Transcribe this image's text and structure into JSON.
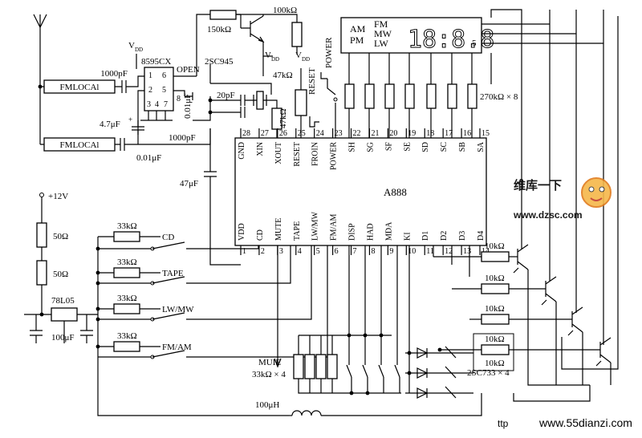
{
  "ic_main": {
    "name": "A888",
    "top_pins": [
      {
        "num": "28",
        "name": "GND"
      },
      {
        "num": "27",
        "name": "XIN"
      },
      {
        "num": "26",
        "name": "XOUT"
      },
      {
        "num": "25",
        "name": "RESET"
      },
      {
        "num": "24",
        "name": "FROIN"
      },
      {
        "num": "23",
        "name": "POWER"
      },
      {
        "num": "22",
        "name": "SH"
      },
      {
        "num": "21",
        "name": "SG"
      },
      {
        "num": "20",
        "name": "SF"
      },
      {
        "num": "19",
        "name": "SE"
      },
      {
        "num": "18",
        "name": "SD"
      },
      {
        "num": "17",
        "name": "SC"
      },
      {
        "num": "16",
        "name": "SB"
      },
      {
        "num": "15",
        "name": "SA"
      }
    ],
    "bottom_pins": [
      {
        "num": "1",
        "name": "VDD"
      },
      {
        "num": "2",
        "name": "CD"
      },
      {
        "num": "3",
        "name": "MUTE"
      },
      {
        "num": "4",
        "name": "TAPE"
      },
      {
        "num": "5",
        "name": "LW/MW"
      },
      {
        "num": "6",
        "name": "FM/AM"
      },
      {
        "num": "7",
        "name": "DISP"
      },
      {
        "num": "8",
        "name": "HAD"
      },
      {
        "num": "9",
        "name": "MDA"
      },
      {
        "num": "10",
        "name": "KI"
      },
      {
        "num": "11",
        "name": "D1"
      },
      {
        "num": "12",
        "name": "D2"
      },
      {
        "num": "13",
        "name": "D3"
      },
      {
        "num": "14",
        "name": "D4"
      }
    ]
  },
  "prescaler": {
    "name": "8595CX",
    "pins_left": [
      "1",
      "3"
    ],
    "pins_mid": [
      "2",
      "4"
    ],
    "pins_right": [
      "6",
      "5",
      "7",
      "8"
    ],
    "vdd": "V",
    "vdd_sub": "DD",
    "open_label": "OPEN"
  },
  "inputs": {
    "fm_local_1": "FMLOCAl",
    "fm_local_2": "FMLOCAl"
  },
  "labels": {
    "c_1000pf_a": "1000pF",
    "c_1000pf_b": "1000pF",
    "c_001uf_a": "0.01μF",
    "c_001uf_b": "0.01μF",
    "c_47uf_a": "4.7μF",
    "c_47uf_main": "47μF",
    "r_150k": "150kΩ",
    "r_100k": "100kΩ",
    "r_47k_a": "47kΩ",
    "r_47k_b": "47kΩ",
    "c_20pf": "20pF",
    "transistor_2sc945": "2SC945",
    "vdd_v": "V",
    "vdd_sub": "DD",
    "power_label": "POWER",
    "reset_label": "RESET",
    "r_270k": "270kΩ × 8",
    "supply": "+12V",
    "r_50_a": "50Ω",
    "r_50_b": "50Ω",
    "reg": "78L05",
    "c_100uf": "100μF",
    "r_33k_cd": "33kΩ",
    "r_33k_tape": "33kΩ",
    "r_33k_lw": "33kΩ",
    "r_33k_fm": "33kΩ",
    "sw_cd": "CD",
    "sw_tape": "TAPE",
    "sw_lw": "LW/MW",
    "sw_fm": "FM/AM",
    "mute_label": "MUIE",
    "r_33k_x4": "33kΩ × 4",
    "r_10k_1": "10kΩ",
    "r_10k_2": "10kΩ",
    "r_10k_3": "10kΩ",
    "r_10k_4": "10kΩ",
    "r_10k_5": "10kΩ",
    "t_2sc733": "2SC733 × 4",
    "l_100uh": "100μH"
  },
  "display": {
    "am": "AM",
    "pm": "PM",
    "fm": "FM",
    "mw": "MW",
    "lw": "LW",
    "digits": "18:8.8",
    "suffix": "5"
  },
  "watermark": {
    "site_cn": "维库一下",
    "site_url": "www.dzsc.com",
    "bottom_url": "www.55dianzi.com",
    "bottom_prefix": "ttp"
  },
  "colors": {
    "watermark_red": "#e8382e",
    "watermark_blue": "#2b2f9c",
    "ink": "#000000"
  }
}
